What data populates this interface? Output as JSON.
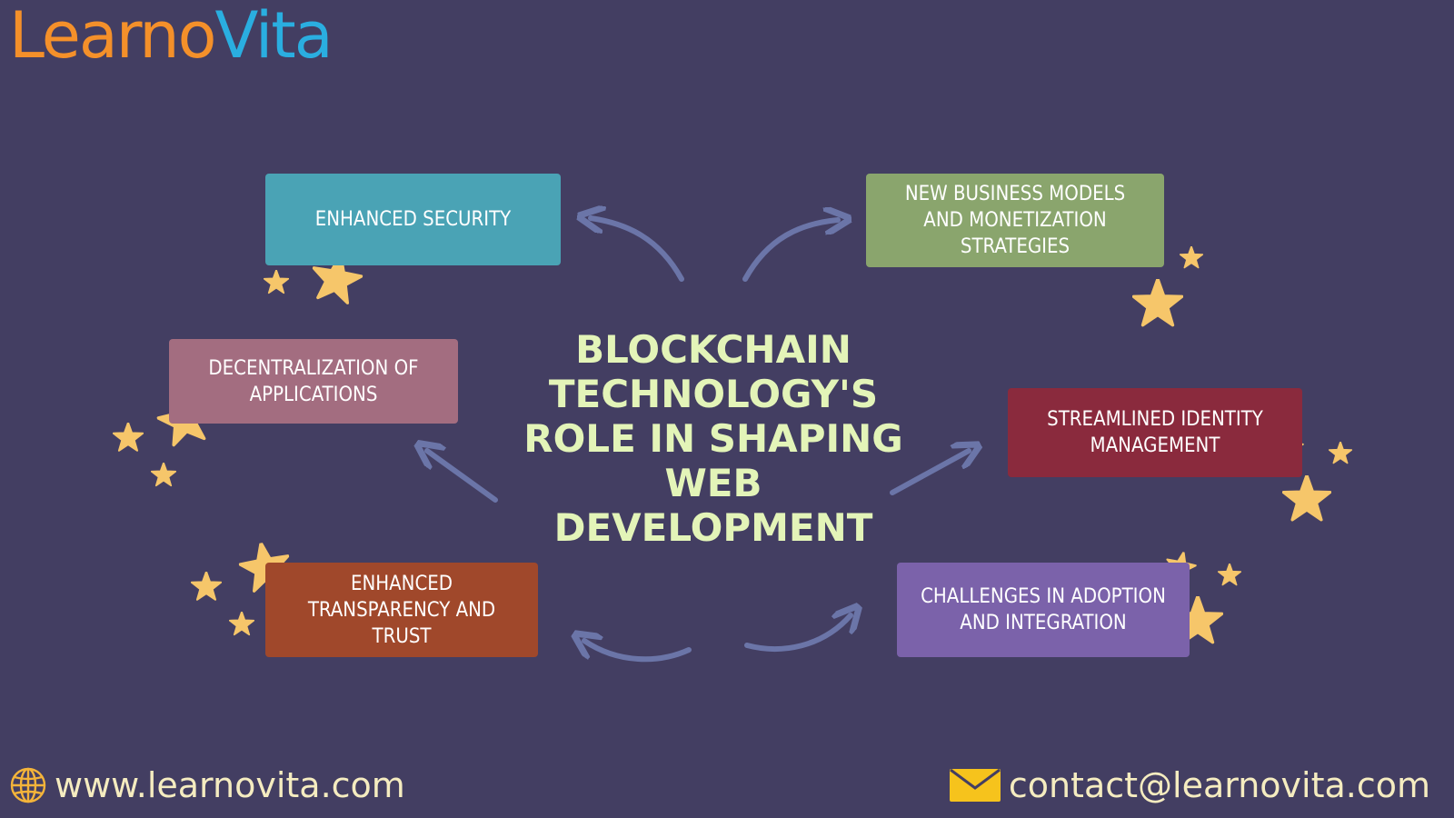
{
  "logo": {
    "part1": "Learno",
    "part2": "Vita"
  },
  "diagram": {
    "center_title": "BLOCKCHAIN TECHNOLOGY'S ROLE IN SHAPING WEB DEVELOPMENT",
    "nodes": {
      "security": "ENHANCED SECURITY",
      "business": "NEW BUSINESS MODELS AND MONETIZATION STRATEGIES",
      "decentralization": "DECENTRALIZATION OF APPLICATIONS",
      "identity": "STREAMLINED IDENTITY MANAGEMENT",
      "transparency": "ENHANCED TRANSPARENCY AND TRUST",
      "challenges": "CHALLENGES IN ADOPTION AND INTEGRATION"
    }
  },
  "footer": {
    "website": "www.learnovita.com",
    "email": "contact@learnovita.com"
  },
  "colors": {
    "background": "#433e62",
    "title": "#e3f4b8",
    "arrow": "#6b75a8",
    "star": "#f6c66a",
    "security": "#4aa3b5",
    "business": "#8aa56d",
    "decentralization": "#a36d80",
    "identity": "#8a2a3d",
    "transparency": "#a0482b",
    "challenges": "#7b62aa"
  },
  "icons": [
    "globe-icon",
    "mail-icon",
    "star-icon",
    "arrow-icon"
  ]
}
